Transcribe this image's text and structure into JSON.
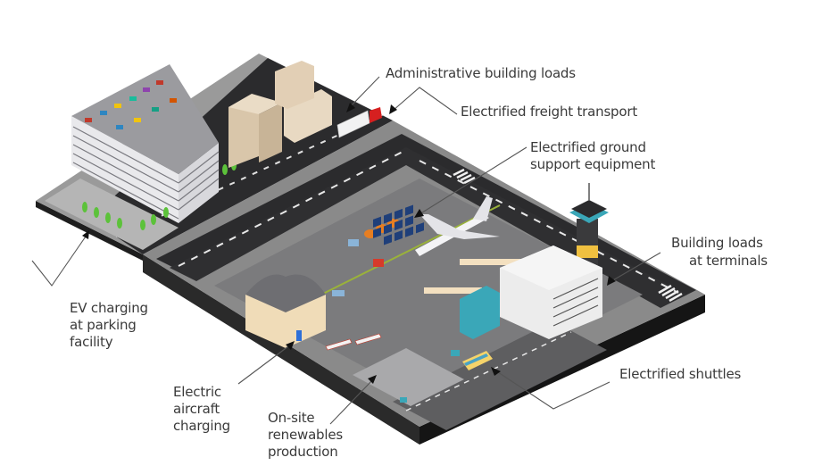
{
  "figure": {
    "title": "Electrified airport infrastructure overview",
    "labels": {
      "admin_building_loads": "Administrative building loads",
      "freight_transport": "Electrified freight transport",
      "ground_support_line1": "Electrified ground",
      "ground_support_line2": "support equipment",
      "terminal_loads_line1": "Building loads",
      "terminal_loads_line2": "at terminals",
      "ev_charging_line1": "EV charging",
      "ev_charging_line2": "at parking",
      "ev_charging_line3": "facility",
      "aircraft_charging_line1": "Electric",
      "aircraft_charging_line2": "aircraft",
      "aircraft_charging_line3": "charging",
      "renewables_line1": "On-site",
      "renewables_line2": "renewables",
      "renewables_line3": "production",
      "shuttles": "Electrified shuttles"
    },
    "colors": {
      "road": "#2b2b2d",
      "apron": "#8a8a8a",
      "platform_side": "#1e1e1e",
      "building_beige": "#e8d9c2",
      "glass": "#3aa7b8",
      "tower_band": "#f0c040",
      "solar": "#1f3f7a",
      "trees": "#5cc23a",
      "text": "#3a3a3a"
    }
  }
}
